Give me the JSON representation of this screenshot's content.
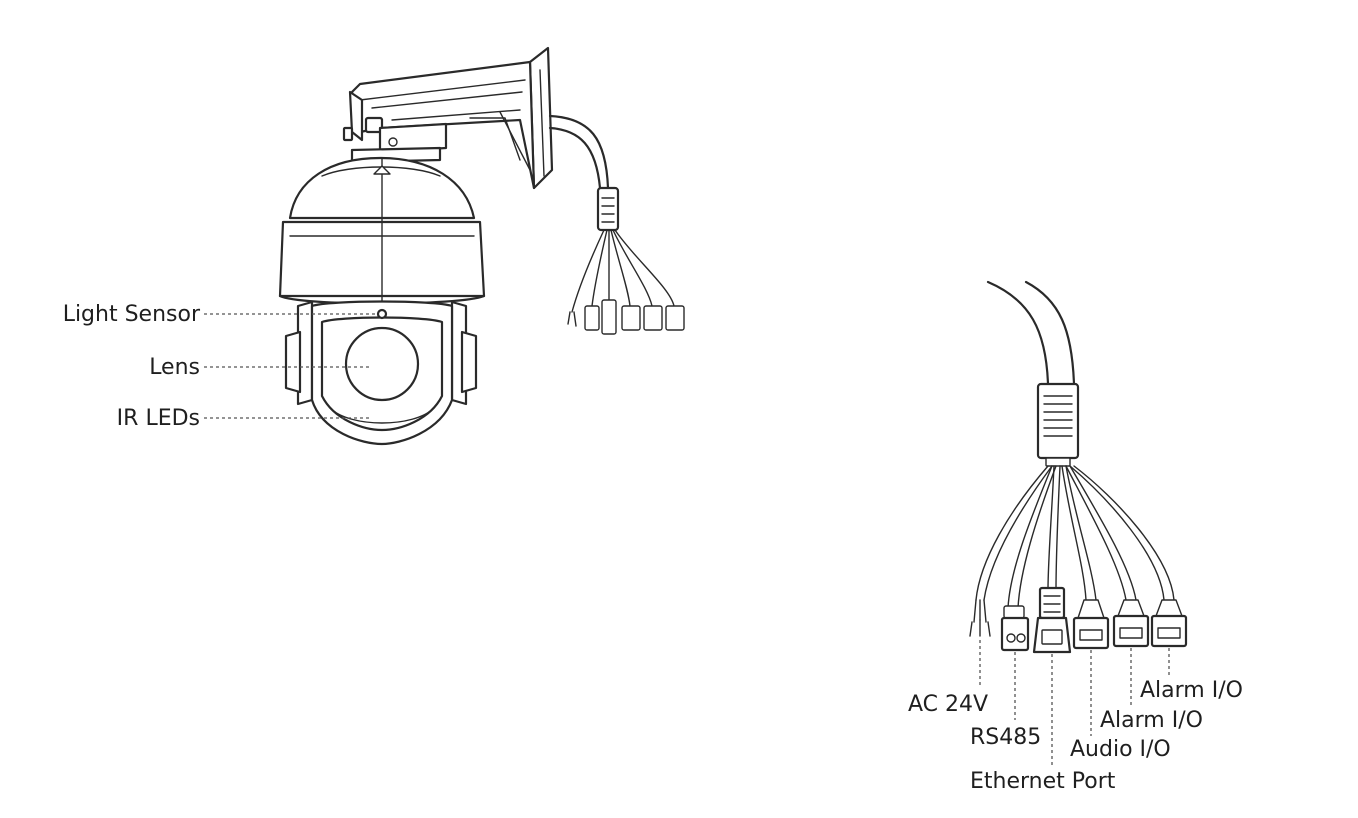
{
  "camera_labels": {
    "light_sensor": "Light Sensor",
    "lens": "Lens",
    "ir_leds": "IR LEDs"
  },
  "cable_labels": {
    "ac_24v": "AC 24V",
    "rs485": "RS485",
    "ethernet_port": "Ethernet Port",
    "audio_io": "Audio I/O",
    "alarm_io_1": "Alarm I/O",
    "alarm_io_2": "Alarm I/O"
  },
  "colors": {
    "line": "#2a2a2a",
    "text": "#1f1f1f",
    "background": "#ffffff"
  }
}
